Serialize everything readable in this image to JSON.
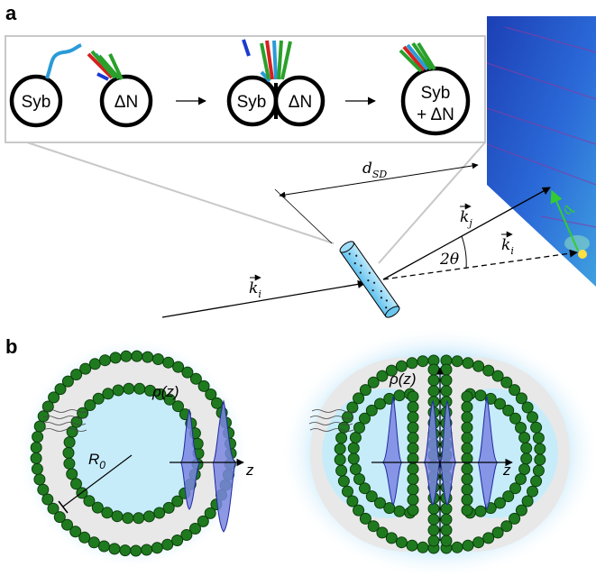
{
  "panel_a": {
    "label": "a",
    "inset": {
      "stage1_left": "Syb",
      "stage1_right": "ΔN",
      "stage2_left": "Syb",
      "stage2_right": "ΔN",
      "stage3_line1": "Syb",
      "stage3_line2": "+ ΔN"
    },
    "distance_label": "d",
    "distance_sub": "SD",
    "beam_in_k": "k",
    "beam_in_sub": "i",
    "scattered_k": "k",
    "scattered_sub": "j",
    "transmitted_k": "k",
    "transmitted_sub": "i",
    "angle_label": "2θ",
    "q_label": "q"
  },
  "panel_b": {
    "label": "b",
    "left_rho": "ρ(z)",
    "left_radius": "R",
    "left_radius_sub": "0",
    "left_axis": "z",
    "right_rho": "ρ(z)",
    "right_axis": "z"
  },
  "colors": {
    "lipid_head": "#1f7a1f",
    "lipid_head_stroke": "#0b3d0b",
    "membrane_fill": "#e8e8e8",
    "lumen_fill": "#c6ecfa",
    "glow": "#bfe6fa",
    "density_fill": "#7a86e0",
    "density_stroke": "#1f2aa0",
    "snare_blue": "#2a9bd8",
    "snare_red": "#d62020",
    "snare_green": "#2aa02a",
    "snare_darkblue": "#1a3ad0",
    "detector_bg": "#1c3fb5",
    "q_vector": "#33cc33"
  }
}
